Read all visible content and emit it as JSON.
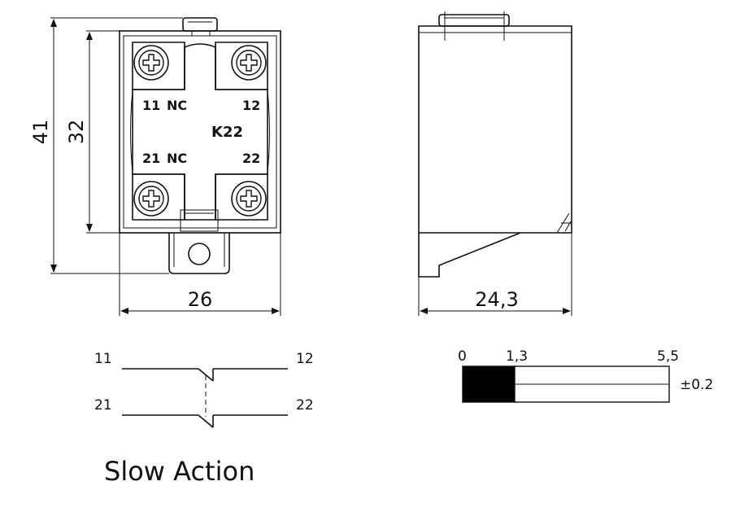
{
  "front_view": {
    "dim_height_total": "41",
    "dim_height_body": "32",
    "dim_width": "26",
    "terminals": {
      "nc_top_left": "11",
      "nc_top_left_tag": "NC",
      "top_right": "12",
      "model": "K22",
      "nc_bottom_left": "21",
      "nc_bottom_left_tag": "NC",
      "bottom_right": "22"
    }
  },
  "side_view": {
    "dim_depth": "24,3"
  },
  "schematic": {
    "contact_a_left": "11",
    "contact_a_right": "12",
    "contact_b_left": "21",
    "contact_b_right": "22",
    "caption": "Slow Action"
  },
  "travel": {
    "start": "0",
    "switch_point": "1,3",
    "end": "5,5",
    "tolerance": "±0.2"
  }
}
